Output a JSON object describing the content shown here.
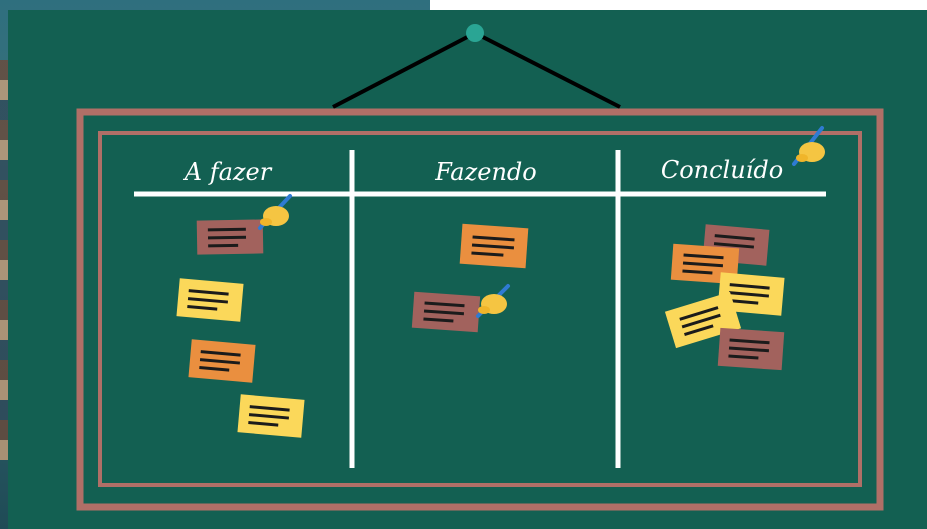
{
  "board": {
    "columns": [
      {
        "label": "A fazer"
      },
      {
        "label": "Fazendo"
      },
      {
        "label": "Concluído"
      }
    ]
  },
  "colors": {
    "board_green": "#136052",
    "frame": "#b06f67",
    "note_yellow": "#fbd85a",
    "note_orange": "#ea8f3f",
    "note_brown": "#a2625d",
    "pin": "#2aa594",
    "text_lines": "#1b1b1b"
  },
  "icons": [
    "writing-hand-icon"
  ]
}
